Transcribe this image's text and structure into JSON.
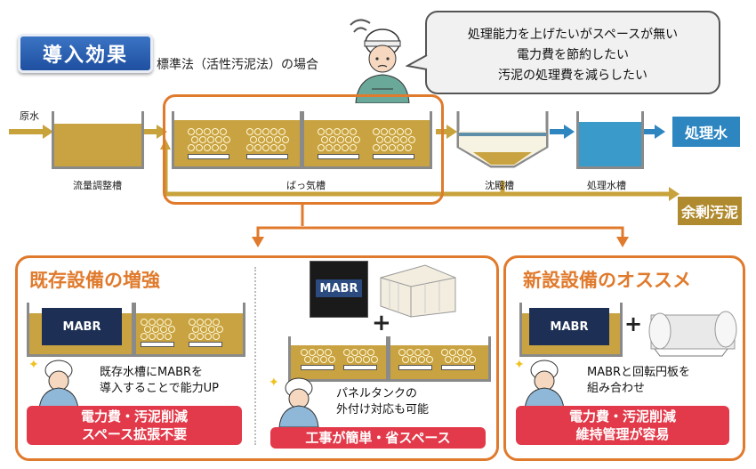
{
  "header": {
    "badge": "導入効果",
    "subtitle": "標準法（活性汚泥法）の場合"
  },
  "bubble": {
    "lines": [
      "処理能力を上げたいがスペースが無い",
      "電力費を節約したい",
      "汚泥の処理費を減らしたい"
    ]
  },
  "flow": {
    "inflow_label": "原水",
    "tanks": {
      "equalization": "流量調整槽",
      "aeration": "ばっ気槽",
      "settling": "沈殿槽",
      "treated_water_tank": "処理水槽"
    },
    "outputs": {
      "treated_water": "処理水",
      "excess_sludge": "余剰汚泥"
    }
  },
  "panels": {
    "left": {
      "title": "既存設備の増強",
      "mabr_label": "MABR",
      "note_lines": [
        "既存水槽にMABRを",
        "導入することで能力UP"
      ],
      "banner_lines": [
        "電力費・汚泥削減",
        "スペース拡張不要"
      ]
    },
    "middle": {
      "mabr_label": "MABR",
      "plus": "+",
      "note_lines": [
        "パネルタンクの",
        "外付け対応も可能"
      ],
      "banner": "工事が簡単・省スペース"
    },
    "right": {
      "title": "新設設備のオススメ",
      "mabr_label": "MABR",
      "plus": "+",
      "note_lines": [
        "MABRと回転円板を",
        "組み合わせ"
      ],
      "banner_lines": [
        "電力費・汚泥削減",
        "維持管理が容易"
      ]
    }
  },
  "colors": {
    "accent_orange": "#e07a2c",
    "banner_red": "#e23a4a",
    "badge_blue": "#2a5fb0",
    "treated_water": "#2e86c1",
    "sludge": "#b08a2e",
    "pipe_gold": "#c8a23a"
  }
}
